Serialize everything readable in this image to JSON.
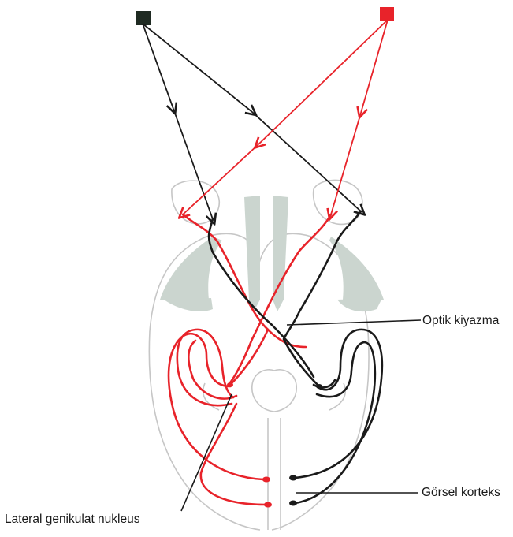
{
  "labels": {
    "optic_chiasm": "Optik kiyazma",
    "visual_cortex": "Görsel korteks",
    "lgn": "Lateral genikulat nukleus"
  },
  "colors": {
    "left_object": "#1f2a22",
    "right_object": "#e8232a",
    "black_path": "#1a1a1a",
    "red_path": "#e8232a",
    "brain_gray": "#c9d3cd",
    "brain_outline": "#c2c2c2"
  }
}
